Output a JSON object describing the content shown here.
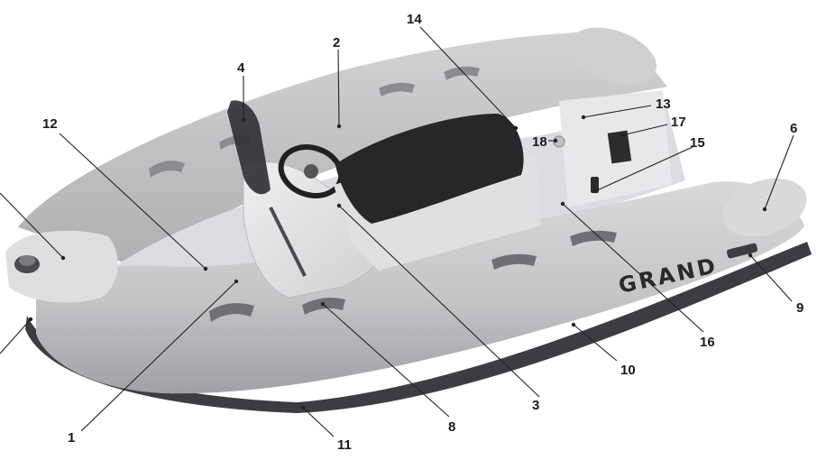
{
  "brand": {
    "logo_text": "GRAND"
  },
  "callouts": {
    "c1": "1",
    "c2": "2",
    "c3": "3",
    "c4": "4",
    "c6": "6",
    "c8": "8",
    "c9": "9",
    "c10": "10",
    "c11": "11",
    "c12": "12",
    "c13": "13",
    "c14": "14",
    "c15": "15",
    "c16": "16",
    "c17": "17",
    "c18": "18"
  },
  "colors": {
    "tube": "#c9cacc",
    "tube_shade": "#a9abad",
    "hull": "#e4e5e7",
    "rub_strake": "#3b3d40",
    "seat": "#262729",
    "console": "#d9dadc"
  }
}
